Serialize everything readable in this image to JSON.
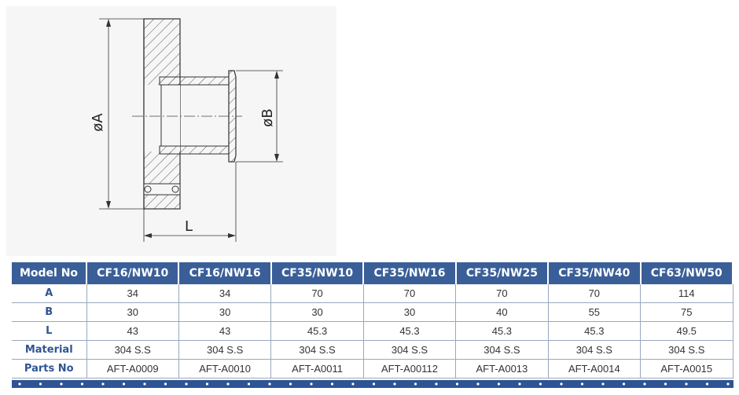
{
  "drawing": {
    "label_a": "øA",
    "label_b": "øB",
    "label_l": "L"
  },
  "table": {
    "header_label": "Model No",
    "models": [
      "CF16/NW10",
      "CF16/NW16",
      "CF35/NW10",
      "CF35/NW16",
      "CF35/NW25",
      "CF35/NW40",
      "CF63/NW50"
    ],
    "rows": [
      {
        "label": "A",
        "values": [
          "34",
          "34",
          "70",
          "70",
          "70",
          "70",
          "114"
        ]
      },
      {
        "label": "B",
        "values": [
          "30",
          "30",
          "30",
          "30",
          "40",
          "55",
          "75"
        ]
      },
      {
        "label": "L",
        "values": [
          "43",
          "43",
          "45.3",
          "45.3",
          "45.3",
          "45.3",
          "49.5"
        ]
      },
      {
        "label": "Material",
        "values": [
          "304 S.S",
          "304 S.S",
          "304 S.S",
          "304 S.S",
          "304 S.S",
          "304 S.S",
          "304 S.S"
        ]
      },
      {
        "label": "Parts No",
        "values": [
          "AFT-A0009",
          "AFT-A0010",
          "AFT-A0011",
          "AFT-A00112",
          "AFT-A0013",
          "AFT-A0014",
          "AFT-A0015"
        ]
      }
    ]
  },
  "colors": {
    "header_bg": "#3a5f98",
    "row_label": "#2f5494",
    "band": "#2f5494"
  }
}
